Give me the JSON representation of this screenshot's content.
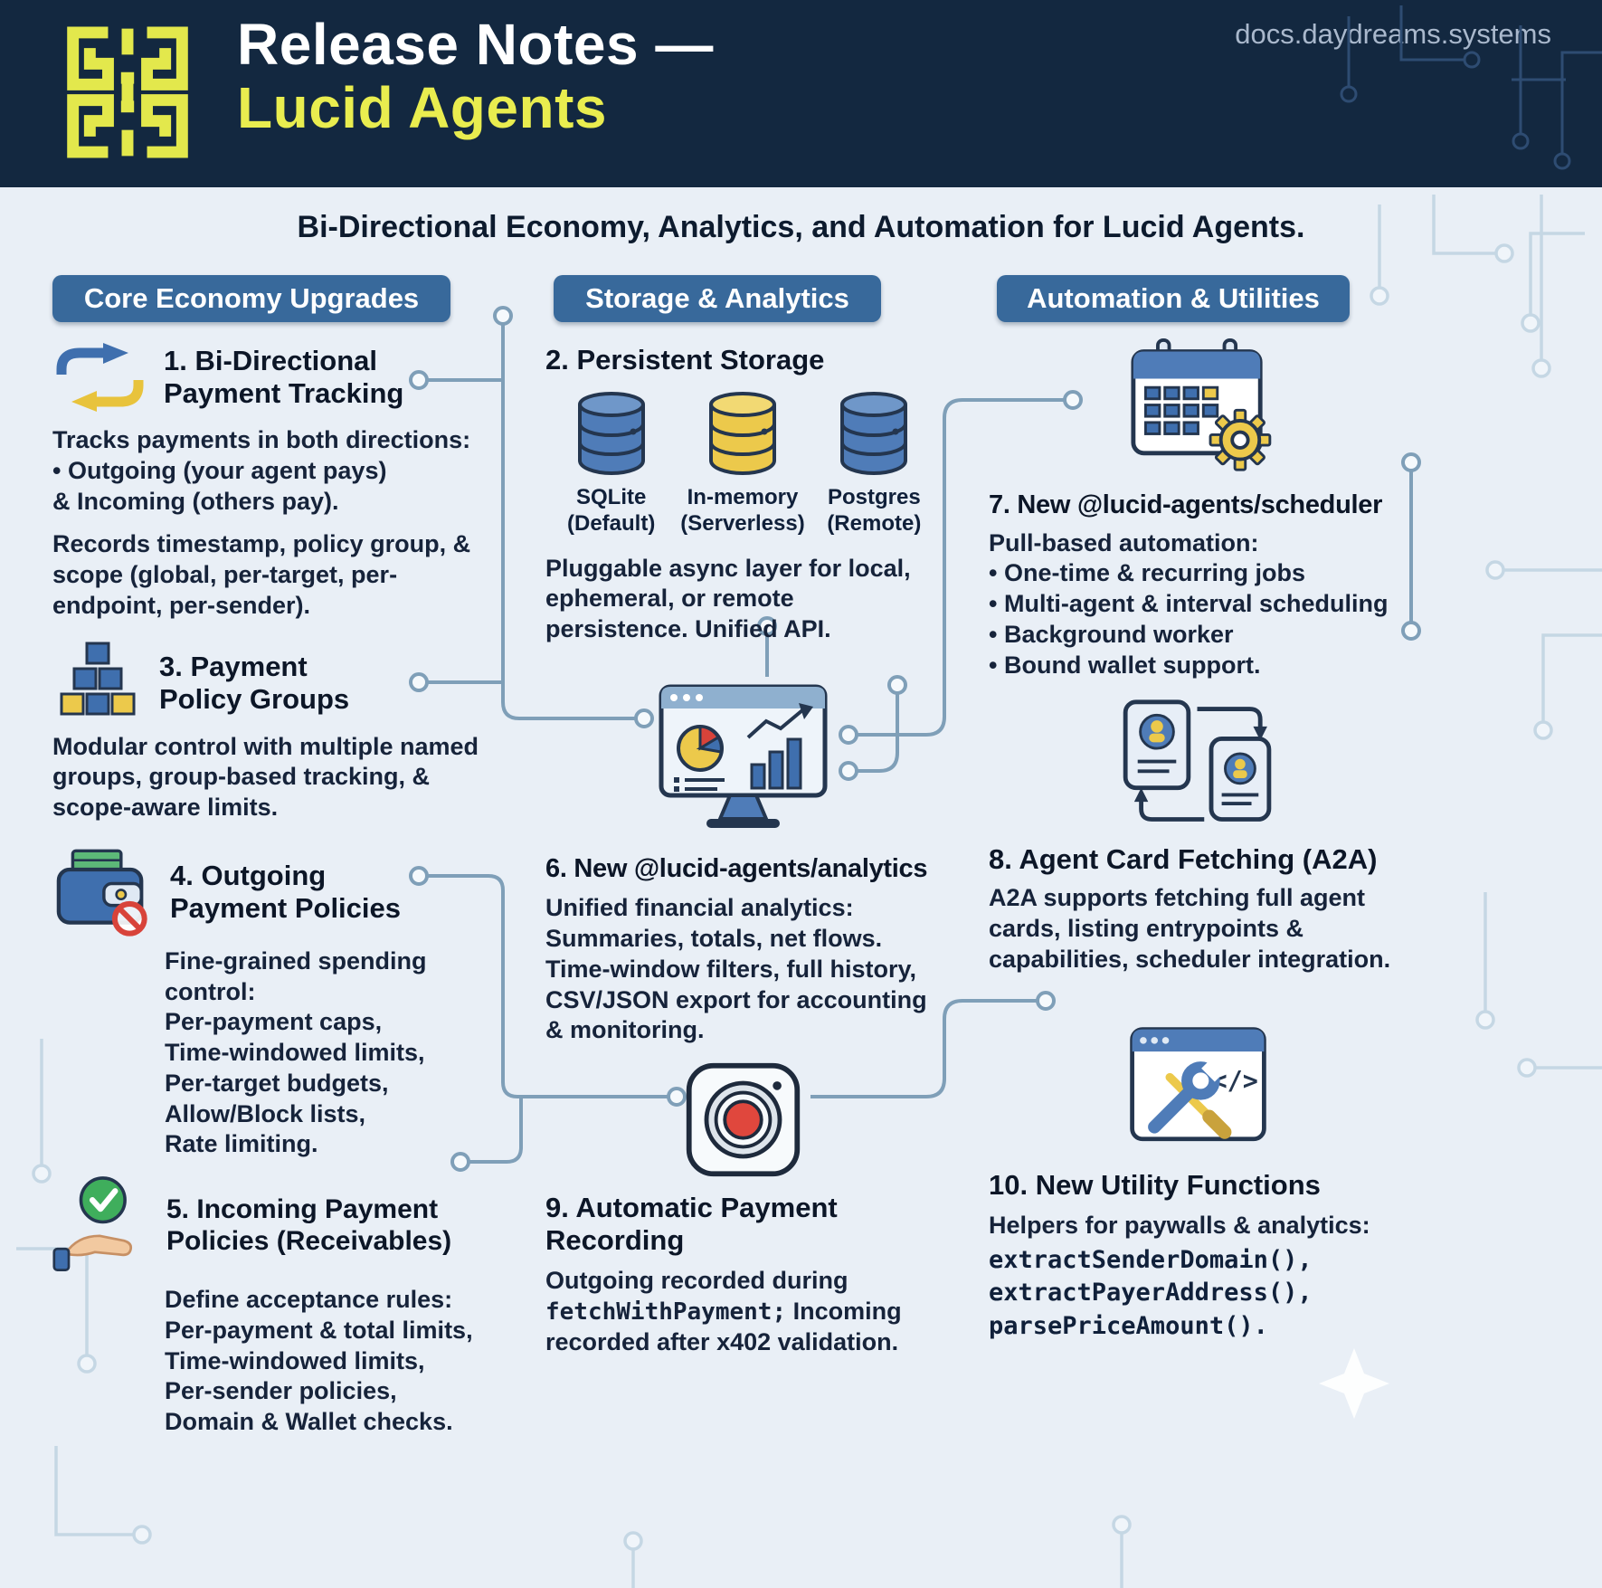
{
  "colors": {
    "header_bg": "#132840",
    "accent_yellow": "#e9ed4f",
    "pill_blue": "#38699b",
    "icon_blue": "#4f7cb8",
    "icon_yellow": "#ecc94b",
    "status_red": "#d8433a",
    "status_green": "#3fae5c",
    "background": "#e9eff6",
    "circuit_light": "#c5d7e4",
    "circuit_steel": "#7f9fb8",
    "body_text": "#16233a"
  },
  "icons": {
    "code_glyph": "</>",
    "names": [
      "brain-knot-logo",
      "bidirectional-arrows",
      "policy-groups-pyramid",
      "wallet-blocked",
      "hand-check",
      "database-cylinder",
      "analytics-monitor",
      "record-button",
      "calendar-gear",
      "agent-cards-exchange",
      "browser-tools"
    ]
  },
  "header": {
    "title_line1": "Release Notes —",
    "title_line2": "Lucid Agents",
    "site": "docs.daydreams.systems"
  },
  "subtitle": "Bi-Directional Economy, Analytics, and Automation for Lucid Agents.",
  "col1": {
    "header": "Core Economy Upgrades",
    "item1": {
      "title_l1": "1. Bi-Directional",
      "title_l2": "Payment Tracking",
      "p1": "Tracks payments in both directions:",
      "b1": "• Outgoing (your agent pays)",
      "b2": "& Incoming (others pay).",
      "p2": "Records timestamp, policy group, & scope (global, per-target, per-endpoint, per-sender)."
    },
    "item3": {
      "title_l1": "3. Payment",
      "title_l2": "Policy Groups",
      "p1": "Modular control with multiple named groups, group-based tracking, & scope-aware limits."
    },
    "item4": {
      "title_l1": "4. Outgoing",
      "title_l2": "Payment Policies",
      "p1": "Fine-grained spending control:",
      "lines": [
        "Per-payment caps,",
        "Time-windowed limits,",
        "Per-target budgets,",
        "Allow/Block lists,",
        "Rate limiting."
      ]
    },
    "item5": {
      "title_l1": "5. Incoming Payment",
      "title_l2": "Policies (Receivables)",
      "p1": "Define acceptance rules:",
      "lines": [
        "Per-payment & total limits,",
        "Time-windowed limits,",
        "Per-sender policies,",
        "Domain & Wallet checks."
      ]
    }
  },
  "col2": {
    "header": "Storage & Analytics",
    "item2": {
      "title": "2. Persistent Storage",
      "dbs": [
        {
          "name": "SQLite",
          "sub": "(Default)"
        },
        {
          "name": "In-memory",
          "sub": "(Serverless)"
        },
        {
          "name": "Postgres",
          "sub": "(Remote)"
        }
      ],
      "p1": "Pluggable async layer for local, ephemeral, or remote persistence. Unified API."
    },
    "item6": {
      "title": "6. New @lucid-agents/analytics",
      "p1": "Unified financial analytics: Summaries, totals, net flows. Time-window filters, full history, CSV/JSON export for accounting & monitoring."
    },
    "item9": {
      "title_l1": "9. Automatic Payment",
      "title_l2": "Recording",
      "p_pre": "Outgoing recorded during ",
      "code": "fetchWithPayment;",
      "p_post": " Incoming recorded after x402 validation."
    }
  },
  "col3": {
    "header": "Automation & Utilities",
    "item7": {
      "title": "7. New @lucid-agents/scheduler",
      "p1": "Pull-based automation:",
      "bullets": [
        "• One-time & recurring jobs",
        "• Multi-agent & interval scheduling",
        "• Background worker",
        "• Bound wallet support."
      ]
    },
    "item8": {
      "title": "8. Agent Card Fetching (A2A)",
      "p1": "A2A supports fetching full agent cards, listing entrypoints & capabilities, scheduler integration."
    },
    "item10": {
      "title": "10. New Utility Functions",
      "p1": "Helpers for paywalls & analytics:",
      "code_lines": [
        "extractSenderDomain(),",
        "extractPayerAddress(),",
        "parsePriceAmount()."
      ]
    }
  }
}
